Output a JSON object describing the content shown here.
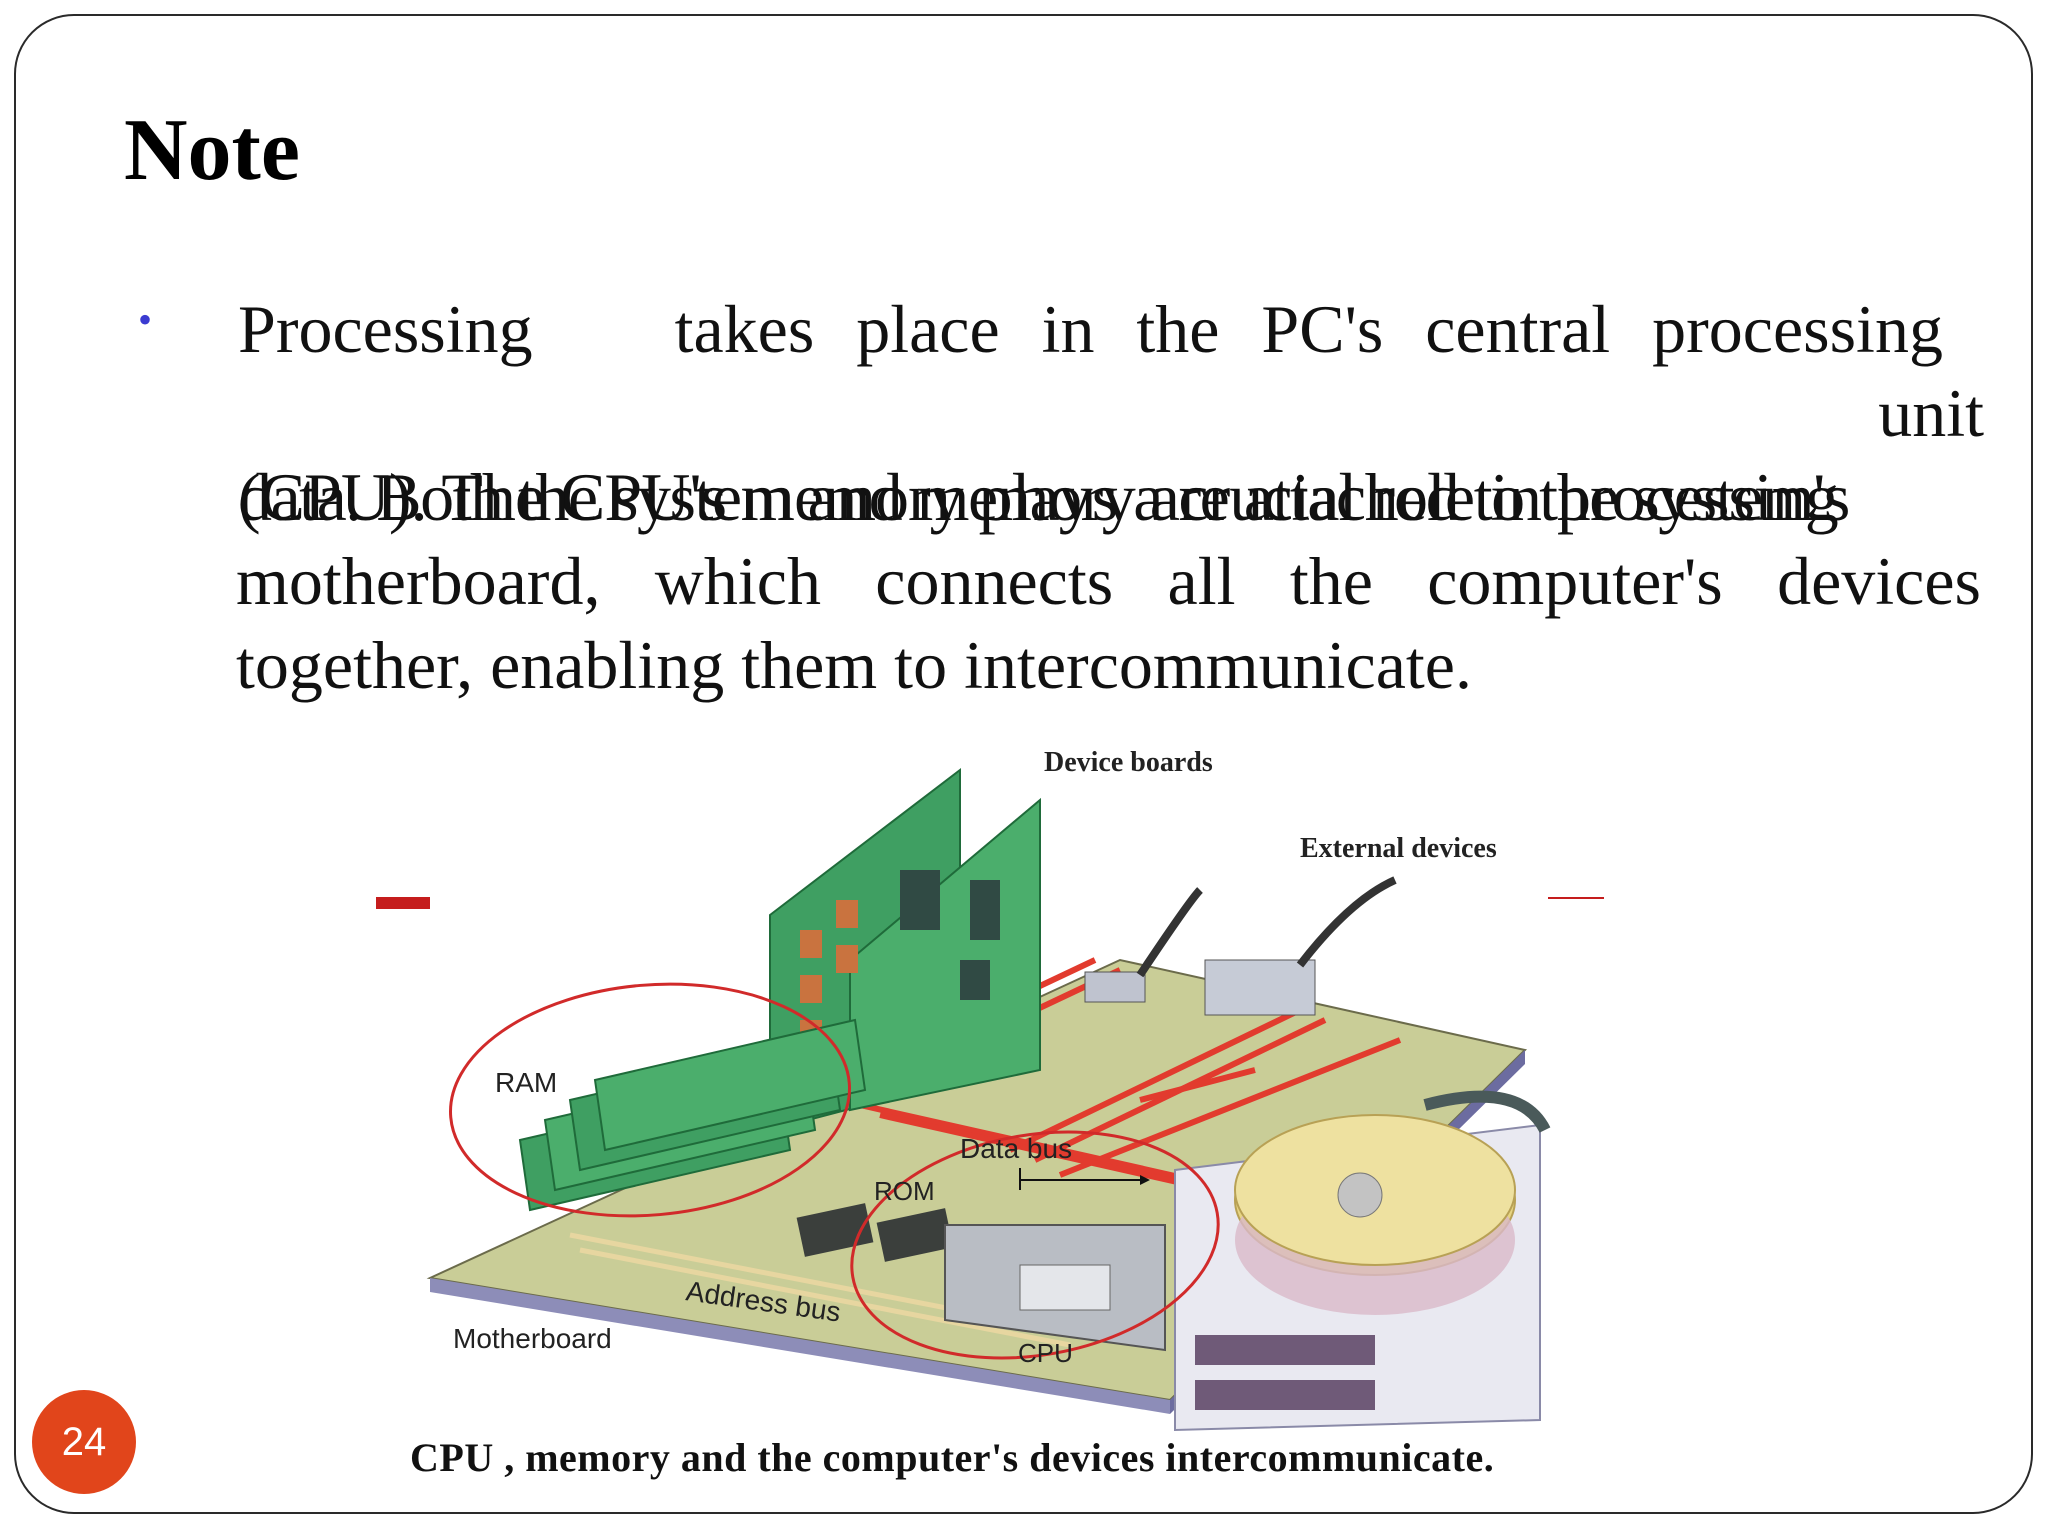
{
  "slide": {
    "title": "Note",
    "bullet": {
      "line1": [
        "Processing",
        "takes",
        "place",
        "in",
        "the",
        "PC's",
        "central",
        "processing"
      ],
      "line1_tail": "unit",
      "line2_a": "(CPU). The CPU's memory plays a crucial role in processing",
      "line2_b": "data. Both the system and memory are attached to the system's",
      "line3": [
        "motherboard,",
        "which",
        "connects",
        "all",
        "the",
        "computer's",
        "devices"
      ],
      "line4": "together, enabling them to intercommunicate."
    },
    "diagram": {
      "labels": {
        "device_boards": "Device boards",
        "external_devices": "External devices",
        "ram": "RAM",
        "data_bus": "Data bus",
        "rom": "ROM",
        "address_bus": "Address bus",
        "motherboard": "Motherboard",
        "cpu": "CPU"
      },
      "colors": {
        "board": "#c9cd97",
        "card": "#3f9f62",
        "bus": "#e23b2e",
        "circle": "#d12a2a",
        "disk": "#e7d583"
      }
    },
    "caption": "CPU , memory  and the computer's devices intercommunicate.",
    "page_number": "24",
    "colors": {
      "bullet": "#3b3bd1",
      "badge": "#e1451b"
    }
  }
}
